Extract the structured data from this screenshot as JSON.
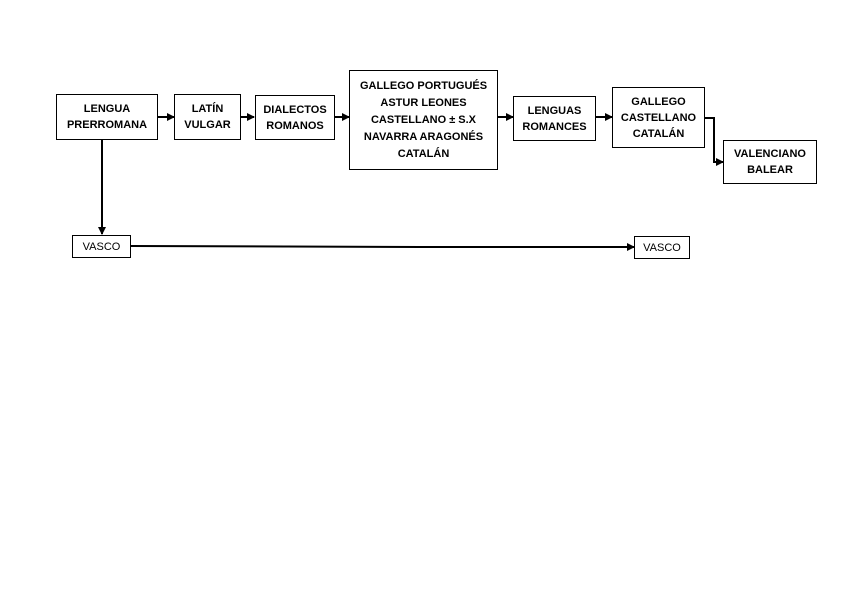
{
  "nodes": {
    "prerromana": {
      "lines": [
        "LENGUA",
        "PRERROMANA"
      ]
    },
    "latin": {
      "lines": [
        "LATÍN",
        "VULGAR"
      ]
    },
    "dialectos": {
      "lines": [
        "DIALECTOS",
        "ROMANOS"
      ]
    },
    "peninsulares": {
      "lines": [
        "GALLEGO PORTUGUÉS",
        "ASTUR LEONES",
        "CASTELLANO ± S.X",
        "NAVARRA ARAGONÉS",
        "CATALÁN"
      ]
    },
    "romances": {
      "lines": [
        "LENGUAS",
        "ROMANCES"
      ]
    },
    "actuales": {
      "lines": [
        "GALLEGO",
        "CASTELLANO",
        "CATALÁN"
      ]
    },
    "valenciano": {
      "lines": [
        "VALENCIANO",
        "BALEAR"
      ]
    },
    "vasco_left": {
      "lines": [
        "VASCO"
      ]
    },
    "vasco_right": {
      "lines": [
        "VASCO"
      ]
    }
  }
}
